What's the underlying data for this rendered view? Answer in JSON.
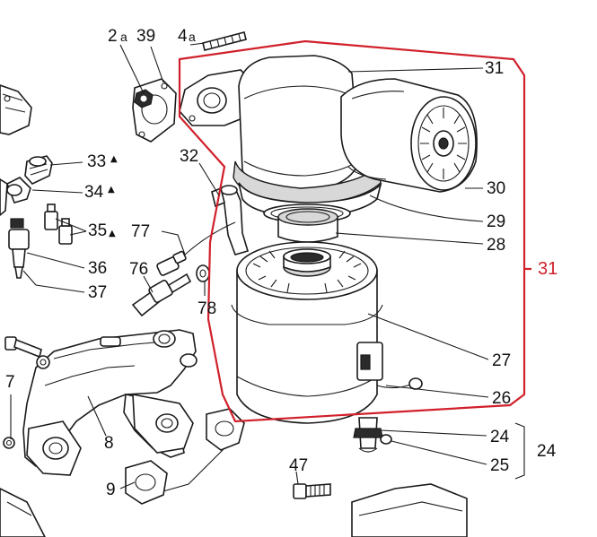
{
  "colors": {
    "line": "#1a1a1a",
    "highlight": "#d1202b",
    "background": "#ffffff"
  },
  "labels": {
    "l2a": "2",
    "l2a_sub": "a",
    "l39": "39",
    "l4a": "4",
    "l4a_sub": "a",
    "l31_top": "31",
    "l33": "33",
    "l34": "34",
    "l35": "35",
    "l32": "32",
    "l30": "30",
    "l29": "29",
    "l28": "28",
    "l31_group": "31",
    "l77": "77",
    "l36": "36",
    "l37": "37",
    "l76": "76",
    "l78": "78",
    "l27": "27",
    "l26": "26",
    "l7": "7",
    "l8": "8",
    "l24_a": "24",
    "l24_b": "24",
    "l25": "25",
    "l47": "47",
    "l9": "9",
    "triangle_mark": "▲"
  }
}
